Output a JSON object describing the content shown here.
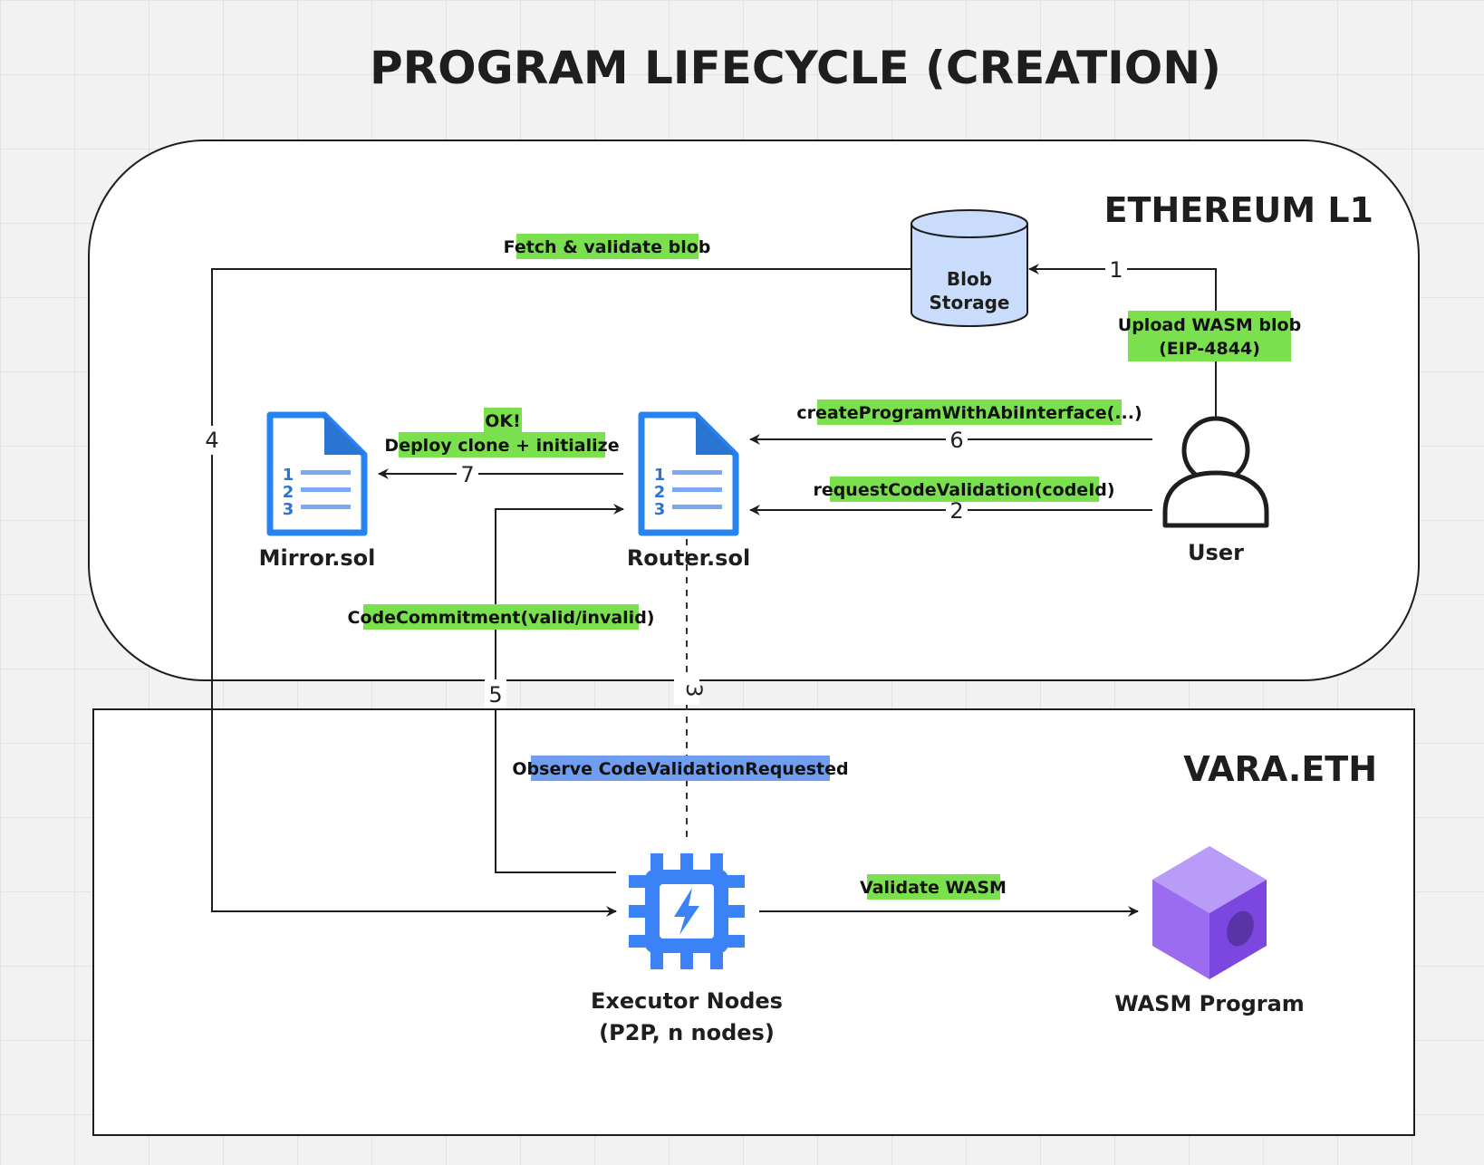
{
  "title": "PROGRAM LIFECYCLE (CREATION)",
  "zones": {
    "ethereum": "ETHEREUM L1",
    "vara": "VARA.ETH"
  },
  "nodes": {
    "blob_storage": {
      "line1": "Blob",
      "line2": "Storage"
    },
    "mirror": "Mirror.sol",
    "router": "Router.sol",
    "user": "User",
    "executor": {
      "line1": "Executor Nodes",
      "line2": "(P2P, n nodes)"
    },
    "wasm_program": "WASM Program"
  },
  "edges": {
    "upload": {
      "step": "1",
      "label_line1": "Upload WASM blob",
      "label_line2": "(EIP-4844)"
    },
    "request_validation": {
      "step": "2",
      "label": "requestCodeValidation(codeId)"
    },
    "observe": {
      "step": "3",
      "label": "Observe CodeValidationRequested"
    },
    "fetch": {
      "step": "4",
      "label": "Fetch & validate blob"
    },
    "commitment": {
      "step": "5",
      "label": "CodeCommitment(valid/invalid)"
    },
    "create_program": {
      "step": "6",
      "label": "createProgramWithAbiInterface(...)"
    },
    "deploy": {
      "step": "7",
      "label_line1": "OK!",
      "label_line2": "Deploy clone + initialize"
    },
    "validate_wasm": {
      "label": "Validate WASM"
    }
  },
  "colors": {
    "label_highlight": "#7be04e",
    "observe_highlight": "#6f9df0",
    "doc_blue": "#2684f0",
    "chip_blue": "#3b82f6",
    "cube_purple": "#9b6cf0",
    "blob_fill": "#c9dcfb"
  }
}
